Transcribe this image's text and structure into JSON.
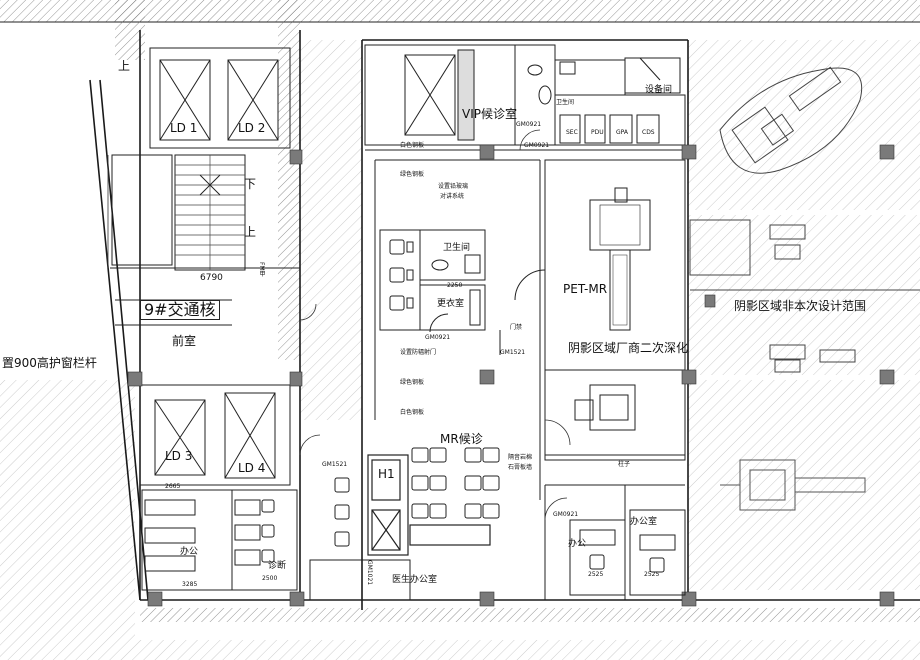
{
  "labels": {
    "vip_waiting": "VIP候诊室",
    "pet_mr": "PET-MR",
    "shadow_area": "阴影区域厂商二次深化",
    "shadow_area_scope": "阴影区域非本次设计范围",
    "core": "9#交通核",
    "front_room": "前室",
    "railing": "置900高护窗栏杆",
    "toilet": "卫生间",
    "changing": "更衣室",
    "mr_waiting": "MR候诊",
    "doctor_office": "医生办公室",
    "office_right": "办公室",
    "office_mid": "办公",
    "office_left": "办公",
    "diagnosis": "诊断",
    "up1": "上",
    "down": "下",
    "up2": "上",
    "dim_6790": "6790",
    "dim_3285": "3285",
    "dim_2500": "2500",
    "dim_2525a": "2525",
    "dim_2525b": "2525",
    "dim_2250": "2250",
    "dim_2665": "2665",
    "lift_ld1": "LD 1",
    "lift_ld2": "LD 2",
    "lift_ld3": "LD 3",
    "lift_ld4": "LD 4",
    "lift_h1": "H1",
    "door_gm0921a": "GM0921",
    "door_gm0921b": "GM0921",
    "door_gm0921c": "GM0921",
    "door_gm0921d": "GM0921",
    "door_gm1521a": "GM1521",
    "door_gm1521b": "GM1521",
    "door_gm1021": "GM1021",
    "door_fm": "FM甲",
    "note_white_steel1": "白色钢板",
    "note_green_steel1": "绿色钢板",
    "note_lead_glass": "设置铅玻璃",
    "note_intercom": "对讲系统",
    "note_radiation_door": "设置防辐射门",
    "note_green_steel2": "绿色钢板",
    "note_white_steel2": "白色钢板",
    "note_soundproof1": "隔音岩棉",
    "note_soundproof2": "石膏板墙",
    "note_door_lock": "门禁",
    "note_column": "柱子",
    "equip_sec": "SEC",
    "equip_pdu": "PDU",
    "equip_gpa": "GPA",
    "equip_cds": "CDS",
    "equip_room": "设备间",
    "toilet_small": "卫生间"
  },
  "colors": {
    "line": "#1a1a1a",
    "wall": "#2b2b2b",
    "hatch": "#555555",
    "fill_gray": "#7a7a7a",
    "furniture": "#333333"
  }
}
